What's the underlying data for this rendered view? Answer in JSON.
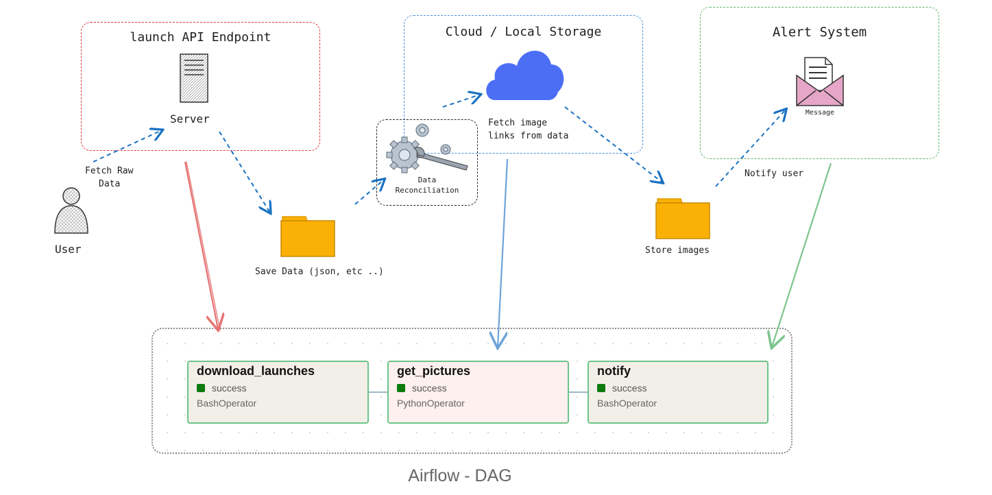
{
  "groups": {
    "api": {
      "title": "launch API Endpoint",
      "server_label": "Server"
    },
    "storage": {
      "title": "Cloud / Local Storage",
      "fetch_label_1": "Fetch image",
      "fetch_label_2": "links from data"
    },
    "alert": {
      "title": "Alert System",
      "message_label": "Message"
    }
  },
  "user": {
    "label": "User",
    "fetch_1": "Fetch Raw",
    "fetch_2": "Data"
  },
  "reconciliation": {
    "line1": "Data",
    "line2": "Reconciliation"
  },
  "save_data": {
    "label": "Save Data (json, etc ..)"
  },
  "store_images": {
    "label": "Store images"
  },
  "notify_user": {
    "label": "Notify user"
  },
  "dag": {
    "caption": "Airflow - DAG",
    "tasks": [
      {
        "name": "download_launches",
        "state": "success",
        "operator": "BashOperator",
        "bg": "#f2efe8"
      },
      {
        "name": "get_pictures",
        "state": "success",
        "operator": "PythonOperator",
        "bg": "#fdf0ee"
      },
      {
        "name": "notify",
        "state": "success",
        "operator": "BashOperator",
        "bg": "#f2efe8"
      }
    ]
  },
  "colors": {
    "api_border": "#e03131",
    "storage_border": "#1971c2",
    "alert_border": "#2f9e44",
    "arrow_blue": "#1971c2",
    "arrow_red": "#e57373",
    "arrow_lightblue": "#6ea3d8",
    "arrow_green": "#7cc48d",
    "folder": "#fab005",
    "cloud": "#4c6ef5",
    "task_border": "#6cc488"
  }
}
